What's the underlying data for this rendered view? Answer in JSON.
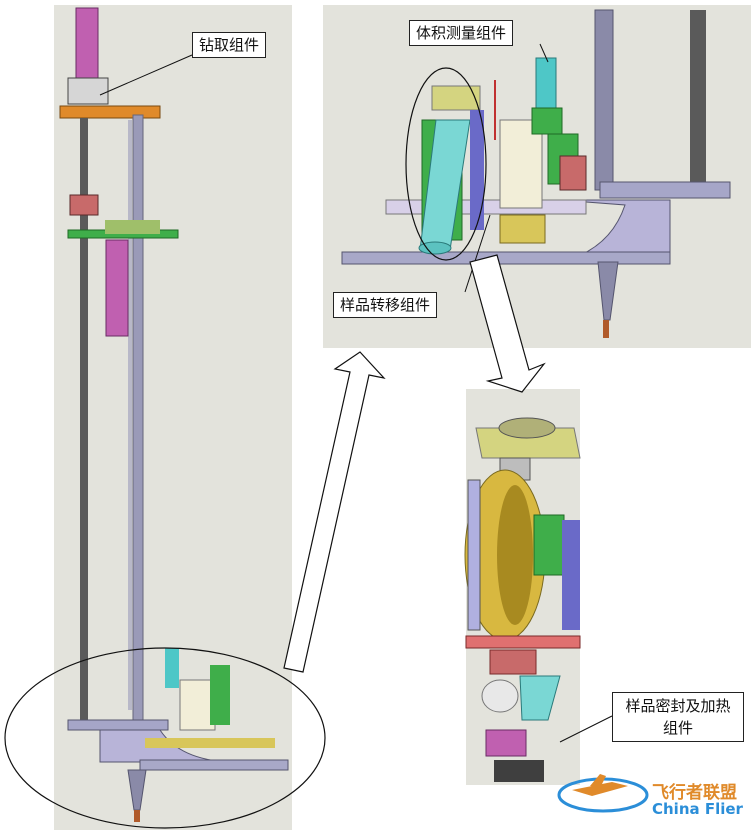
{
  "labels": {
    "drilling": "钻取组件",
    "volume": "体积测量组件",
    "transfer": "样品转移组件",
    "sealing": "样品密封及加热组件"
  },
  "watermark": {
    "cn": "飞行者联盟",
    "en": "China Flier"
  },
  "colors": {
    "panel_bg": "#e3e3dc",
    "drill_rod": "#8a8aa8",
    "shaft": "#555555",
    "magenta": "#c060b0",
    "orange": "#e08a2a",
    "green": "#3fae4a",
    "teal": "#4ec7c7",
    "yellow": "#d8c65a"
  }
}
